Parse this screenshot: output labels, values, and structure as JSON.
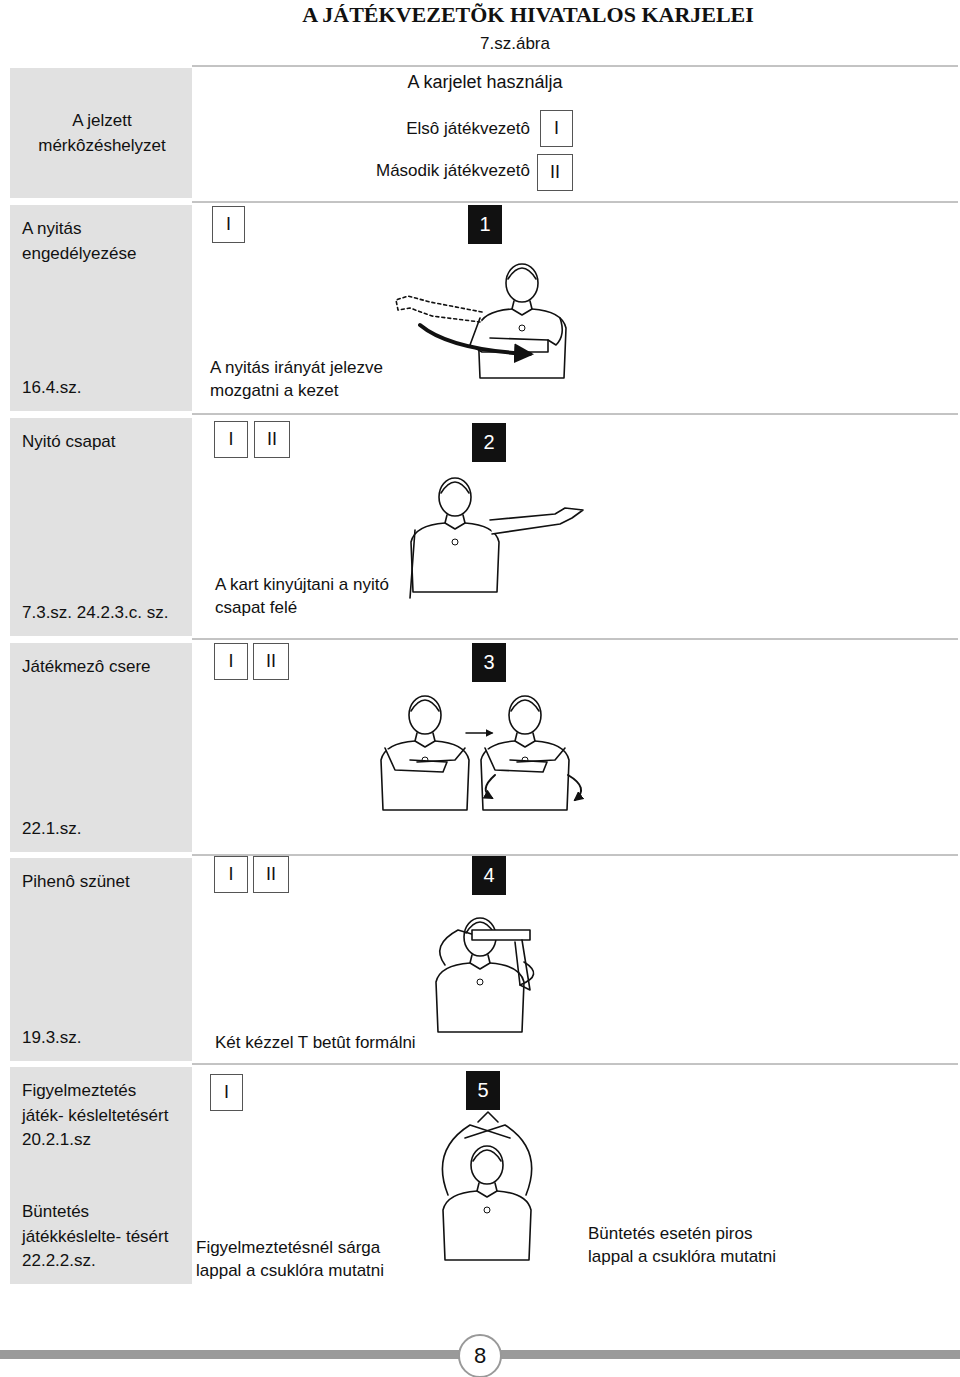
{
  "diagram": {
    "title": "A JÁTÉKVEZETÕK HIVATALOS KARJELEI",
    "nodes": [
      {
        "text": [
          "A jelzett mérkôzéshelyzet"
        ]
      },
      {
        "text": [
          "I"
        ]
      },
      {
        "text": [
          "II"
        ]
      },
      {
        "text": [
          "A nyitás engedélyezése",
          "16.4.sz."
        ]
      },
      {
        "text": [
          "I"
        ]
      },
      {
        "text": [
          "1"
        ]
      },
      {
        "text": [
          "Nyitó csapat",
          "7.3.sz. 24.2.3.c. sz."
        ]
      },
      {
        "text": [
          "I"
        ]
      },
      {
        "text": [
          "II"
        ]
      },
      {
        "text": [
          "2"
        ]
      },
      {
        "text": [
          "Játékmezô csere",
          "22.1.sz."
        ]
      },
      {
        "text": [
          "I"
        ]
      },
      {
        "text": [
          "II"
        ]
      },
      {
        "text": [
          "3"
        ]
      },
      {
        "text": [
          "Pihenô szünet",
          "19.3.sz."
        ]
      },
      {
        "text": [
          "I"
        ]
      },
      {
        "text": [
          "II"
        ]
      },
      {
        "text": [
          "4"
        ]
      },
      {
        "text": [
          "Figyelmeztetés játék- késleltetésért 20.2.1.sz",
          "Büntetés játékkéslelte- tésért 22.2.2.sz."
        ]
      },
      {
        "text": [
          "I"
        ]
      },
      {
        "text": [
          "5"
        ]
      },
      {
        "text": [
          "8"
        ]
      }
    ],
    "labels": [
      "7.sz.ábra",
      "A karjelet használja",
      "Elsô játékvezetô",
      "Második játékvezetô",
      "A nyitás irányát jelezve mozgatni a kezet",
      "A kart kinyújtani a nyitó csapat felé",
      "Két kézzel T betût formálni",
      "Figyelmeztetésnél sárga lappal a csuklóra mutatni",
      "Büntetés esetén piros lappal a csuklóra mutatni"
    ]
  }
}
